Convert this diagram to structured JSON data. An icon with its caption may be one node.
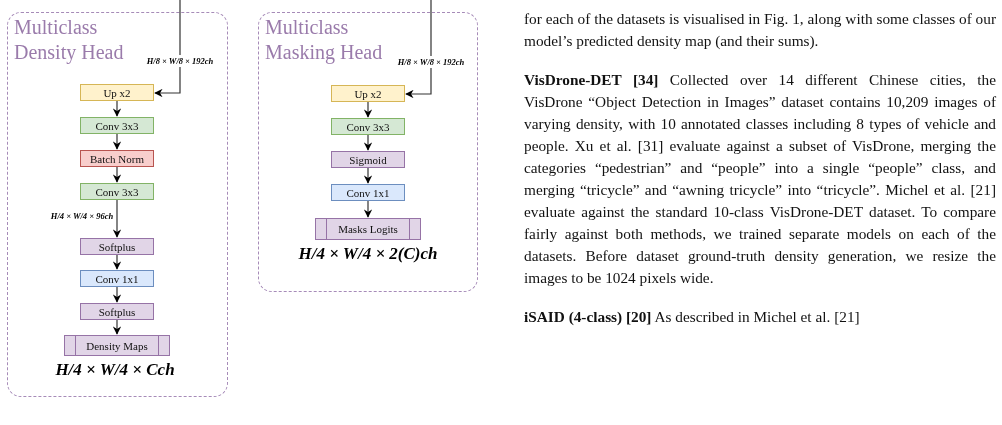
{
  "diagram": {
    "nodes": [
      {
        "text": [
          "Multiclass Density Head"
        ]
      },
      {
        "text": [
          "Up x2"
        ],
        "in": 0
      },
      {
        "text": [
          "Conv 3x3"
        ],
        "in": 0
      },
      {
        "text": [
          "Batch Norm"
        ],
        "in": 0
      },
      {
        "text": [
          "Conv 3x3"
        ],
        "in": 0
      },
      {
        "text": [
          "Softplus"
        ],
        "in": 0
      },
      {
        "text": [
          "Conv 1x1"
        ],
        "in": 0
      },
      {
        "text": [
          "Softplus"
        ],
        "in": 0
      },
      {
        "text": [
          "Density Maps"
        ],
        "in": 0,
        "beside": [
          "H/4 × W/4 × Cch"
        ]
      },
      {
        "text": [
          "Multiclass Masking Head"
        ]
      },
      {
        "text": [
          "Up x2"
        ],
        "in": 9
      },
      {
        "text": [
          "Conv 3x3"
        ],
        "in": 9
      },
      {
        "text": [
          "Sigmoid"
        ],
        "in": 9
      },
      {
        "text": [
          "Conv 1x1"
        ],
        "in": 9
      },
      {
        "text": [
          "Masks Logits"
        ],
        "in": 9,
        "beside": [
          "H/4 × W/4 × 2(C)ch"
        ]
      }
    ],
    "edges": [
      {
        "from": null,
        "to": 1,
        "arrow": "to",
        "label": "H/8 × W/8 × 192ch"
      },
      {
        "from": 1,
        "to": 2,
        "arrow": "to"
      },
      {
        "from": 2,
        "to": 3,
        "arrow": "to"
      },
      {
        "from": 3,
        "to": 4,
        "arrow": "to"
      },
      {
        "from": 4,
        "to": 5,
        "arrow": "to",
        "label": "H/4 × W/4 × 96ch"
      },
      {
        "from": 5,
        "to": 6,
        "arrow": "to"
      },
      {
        "from": 6,
        "to": 7,
        "arrow": "to"
      },
      {
        "from": 7,
        "to": 8,
        "arrow": "to"
      },
      {
        "from": null,
        "to": 10,
        "arrow": "to",
        "label": "H/8 × W/8 × 192ch"
      },
      {
        "from": 10,
        "to": 11,
        "arrow": "to"
      },
      {
        "from": 11,
        "to": 12,
        "arrow": "to"
      },
      {
        "from": 12,
        "to": 13,
        "arrow": "to"
      },
      {
        "from": 13,
        "to": 14,
        "arrow": "to"
      }
    ],
    "labels": [
      "for each of the datasets is visualised in Fig. 1, along with some classes of our model’s predicted density map (and their sums).",
      "**VisDrone-DET [34]** Collected over 14 different Chinese cities, the VisDrone “Object Detection in Images” dataset contains 10,209 images of varying density, with 10 annotated classes including 8 types of vehicle and people. Xu et al. [31] evaluate against a subset of VisDrone, merging the categories “pedestrian” and “people” into a single “people” class, and merging “tricycle” and “awning tricycle” into “tricycle”. Michel et al. [21] evaluate against the standard 10-class VisDrone-DET dataset. To compare fairly against both methods, we trained separate models on each of the datasets. Before dataset ground-truth density generation, we resize the images to be 1024 pixels wide.",
      "**iSAID (4-class) [20]** As described in Michel et al. [21]"
    ]
  }
}
